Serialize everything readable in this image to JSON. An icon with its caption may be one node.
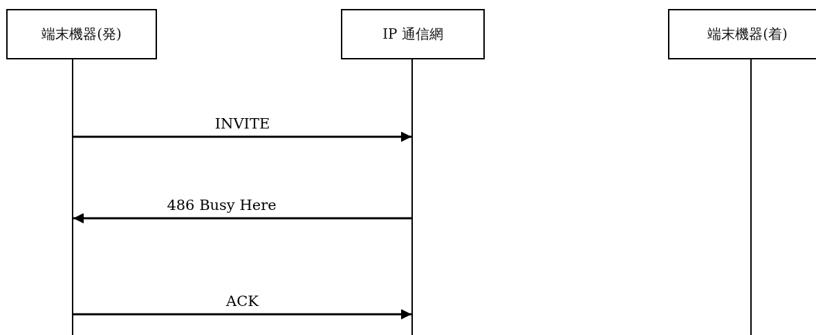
{
  "diagram": {
    "nodes": [
      {
        "text": [
          "端末機器(発)"
        ]
      },
      {
        "text": [
          "IP 通信網"
        ]
      },
      {
        "text": [
          "端末機器(着)"
        ]
      },
      {
        "text": [],
        "shape": "line"
      },
      {
        "text": [],
        "shape": "line"
      },
      {
        "text": [],
        "shape": "line"
      }
    ],
    "edges": [
      {
        "from": 3,
        "to": 4,
        "arrow": "to",
        "label": "INVITE"
      },
      {
        "from": 4,
        "to": 3,
        "arrow": "to",
        "label": "486 Busy Here"
      },
      {
        "from": 3,
        "to": 4,
        "arrow": "to",
        "label": "ACK"
      }
    ]
  }
}
